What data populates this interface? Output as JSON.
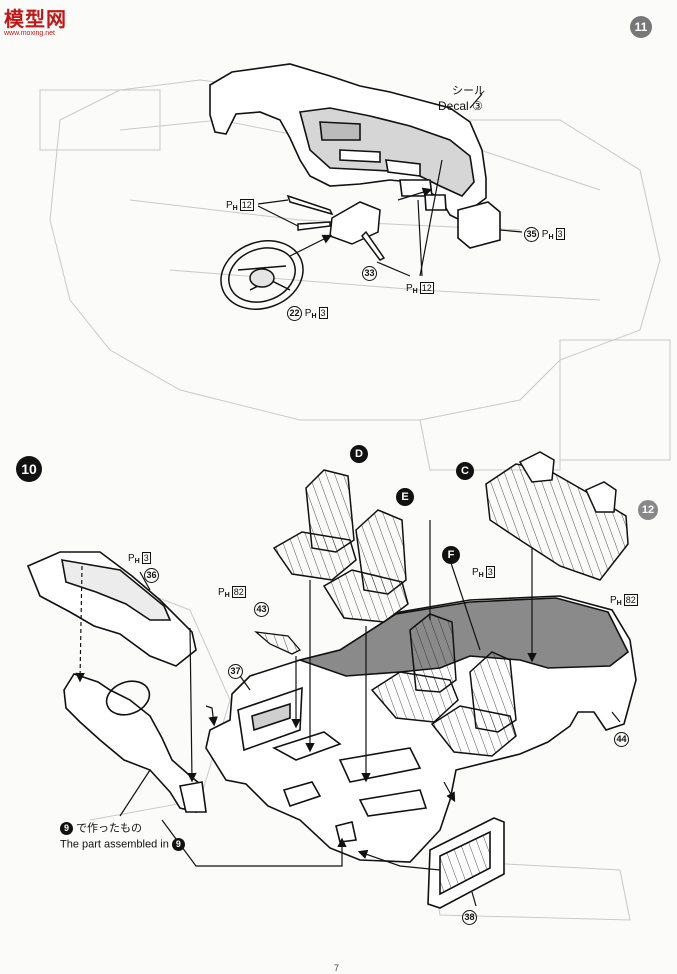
{
  "watermark": {
    "text": "模型网",
    "url": "www.moxing.net"
  },
  "top_right_step": "11",
  "decal": {
    "jp": "シール",
    "en": "Decal",
    "num": "③"
  },
  "paint_symbol": "P",
  "paint_sub": "H",
  "paint_codes": {
    "c12": "12",
    "c3": "3",
    "c82": "82"
  },
  "parts": {
    "p22": "22",
    "p33": "33",
    "p35": "35",
    "p36": "36",
    "p37": "37",
    "p38": "38",
    "p43": "43",
    "p44": "44"
  },
  "step": "10",
  "seat_markers": {
    "c": "C",
    "d": "D",
    "e": "E",
    "f": "F"
  },
  "assembled_note": {
    "num": "9",
    "jp": "で作ったもの",
    "en": "The part assembled in",
    "num2": "9"
  },
  "side_badge": "12",
  "page_number": "7"
}
